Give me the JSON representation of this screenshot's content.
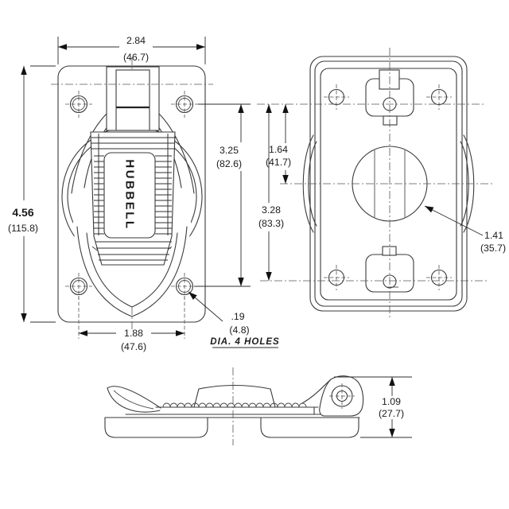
{
  "drawing": {
    "brand": "HUBBELL",
    "note_underlined": true,
    "labels": {
      "front_width": {
        "in": "2.84",
        "mm": "(46.7)"
      },
      "front_height": {
        "in": "4.56",
        "mm": "(115.8)"
      },
      "front_hole_span_vertical": {
        "in": "3.25",
        "mm": "(82.6)"
      },
      "front_hole_span_horizontal": {
        "in": "1.88",
        "mm": "(47.6)"
      },
      "mounting_hole_diameter": {
        "in": ".19",
        "mm": "(4.8)",
        "note": "DIA. 4 HOLES"
      },
      "back_screw_to_center": {
        "in": "1.64",
        "mm": "(41.7)"
      },
      "back_screw_spacing": {
        "in": "3.28",
        "mm": "(83.3)"
      },
      "opening_diameter": {
        "in": "1.41",
        "mm": "(35.7)"
      },
      "side_height": {
        "in": "1.09",
        "mm": "(27.7)"
      }
    }
  }
}
